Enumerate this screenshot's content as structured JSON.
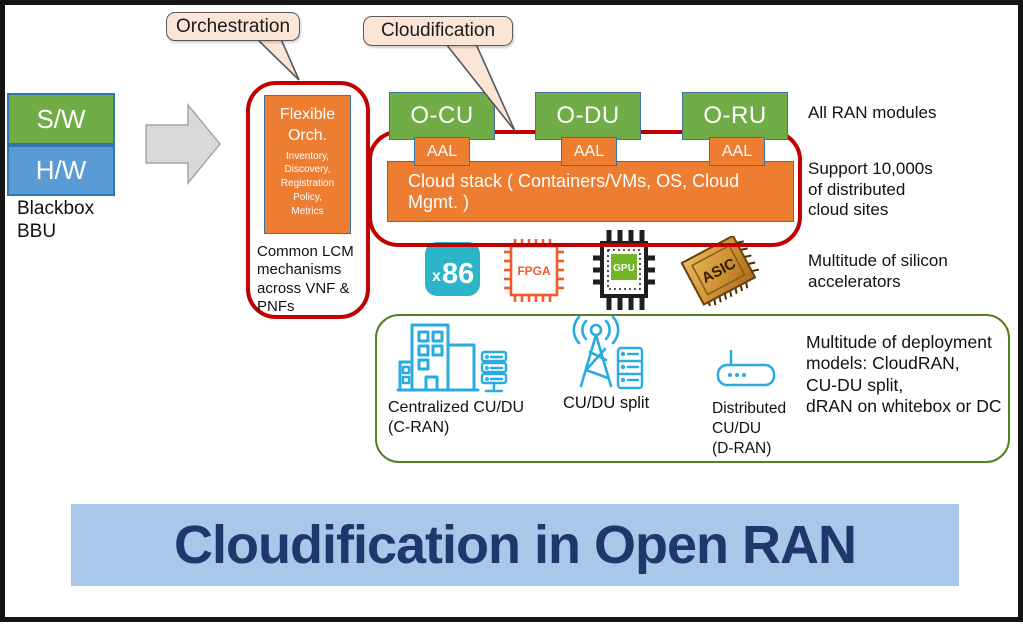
{
  "callouts": {
    "orchestration": "Orchestration",
    "cloudification": "Cloudification"
  },
  "legacy": {
    "sw": "S/W",
    "hw": "H/W",
    "caption": "Blackbox\nBBU"
  },
  "orchestration": {
    "title": "Flexible\nOrch.",
    "details": "Inventory,\nDiscovery,\nRegistration\nPolicy,\nMetrics",
    "caption": "Common LCM\nmechanisms\nacross VNF &\nPNFs"
  },
  "modules": [
    {
      "label": "O-CU"
    },
    {
      "label": "O-DU"
    },
    {
      "label": "O-RU"
    }
  ],
  "aal_label": "AAL",
  "cloud_stack_label": "Cloud stack ( Containers/VMs, OS, Cloud Mgmt. )",
  "silicon": {
    "x86_small": "x",
    "x86_big": "86",
    "fpga": "FPGA",
    "gpu": "GPU",
    "asic": "ASIC"
  },
  "annotations": {
    "all_ran": "All RAN modules",
    "cloud_sites": "Support 10,000s\nof distributed\ncloud sites",
    "silicon": "Multitude of silicon\naccelerators",
    "deployment": "Multitude of deployment\nmodels: CloudRAN,\nCU-DU split,\ndRAN on whitebox or DC"
  },
  "deployment": {
    "centralized": "Centralized CU/DU\n(C-RAN)",
    "split": "CU/DU split",
    "distributed": "Distributed\nCU/DU\n(D-RAN)"
  },
  "banner": {
    "title": "Cloudification in Open RAN"
  },
  "colors": {
    "module_green": "#70ad47",
    "accent_orange": "#ed7d31",
    "hw_blue": "#5b9bd5",
    "red_outline": "#c00000",
    "deployment_outline": "#567d1f",
    "callout_fill": "#fbe5d6",
    "banner_bg": "#a9c7e9",
    "banner_text": "#1b3a6b",
    "icon_blue": "#29abe2",
    "x86_teal": "#2ab5c8",
    "fpga_orange": "#ed5c2a",
    "gpu_green": "#72b626"
  }
}
